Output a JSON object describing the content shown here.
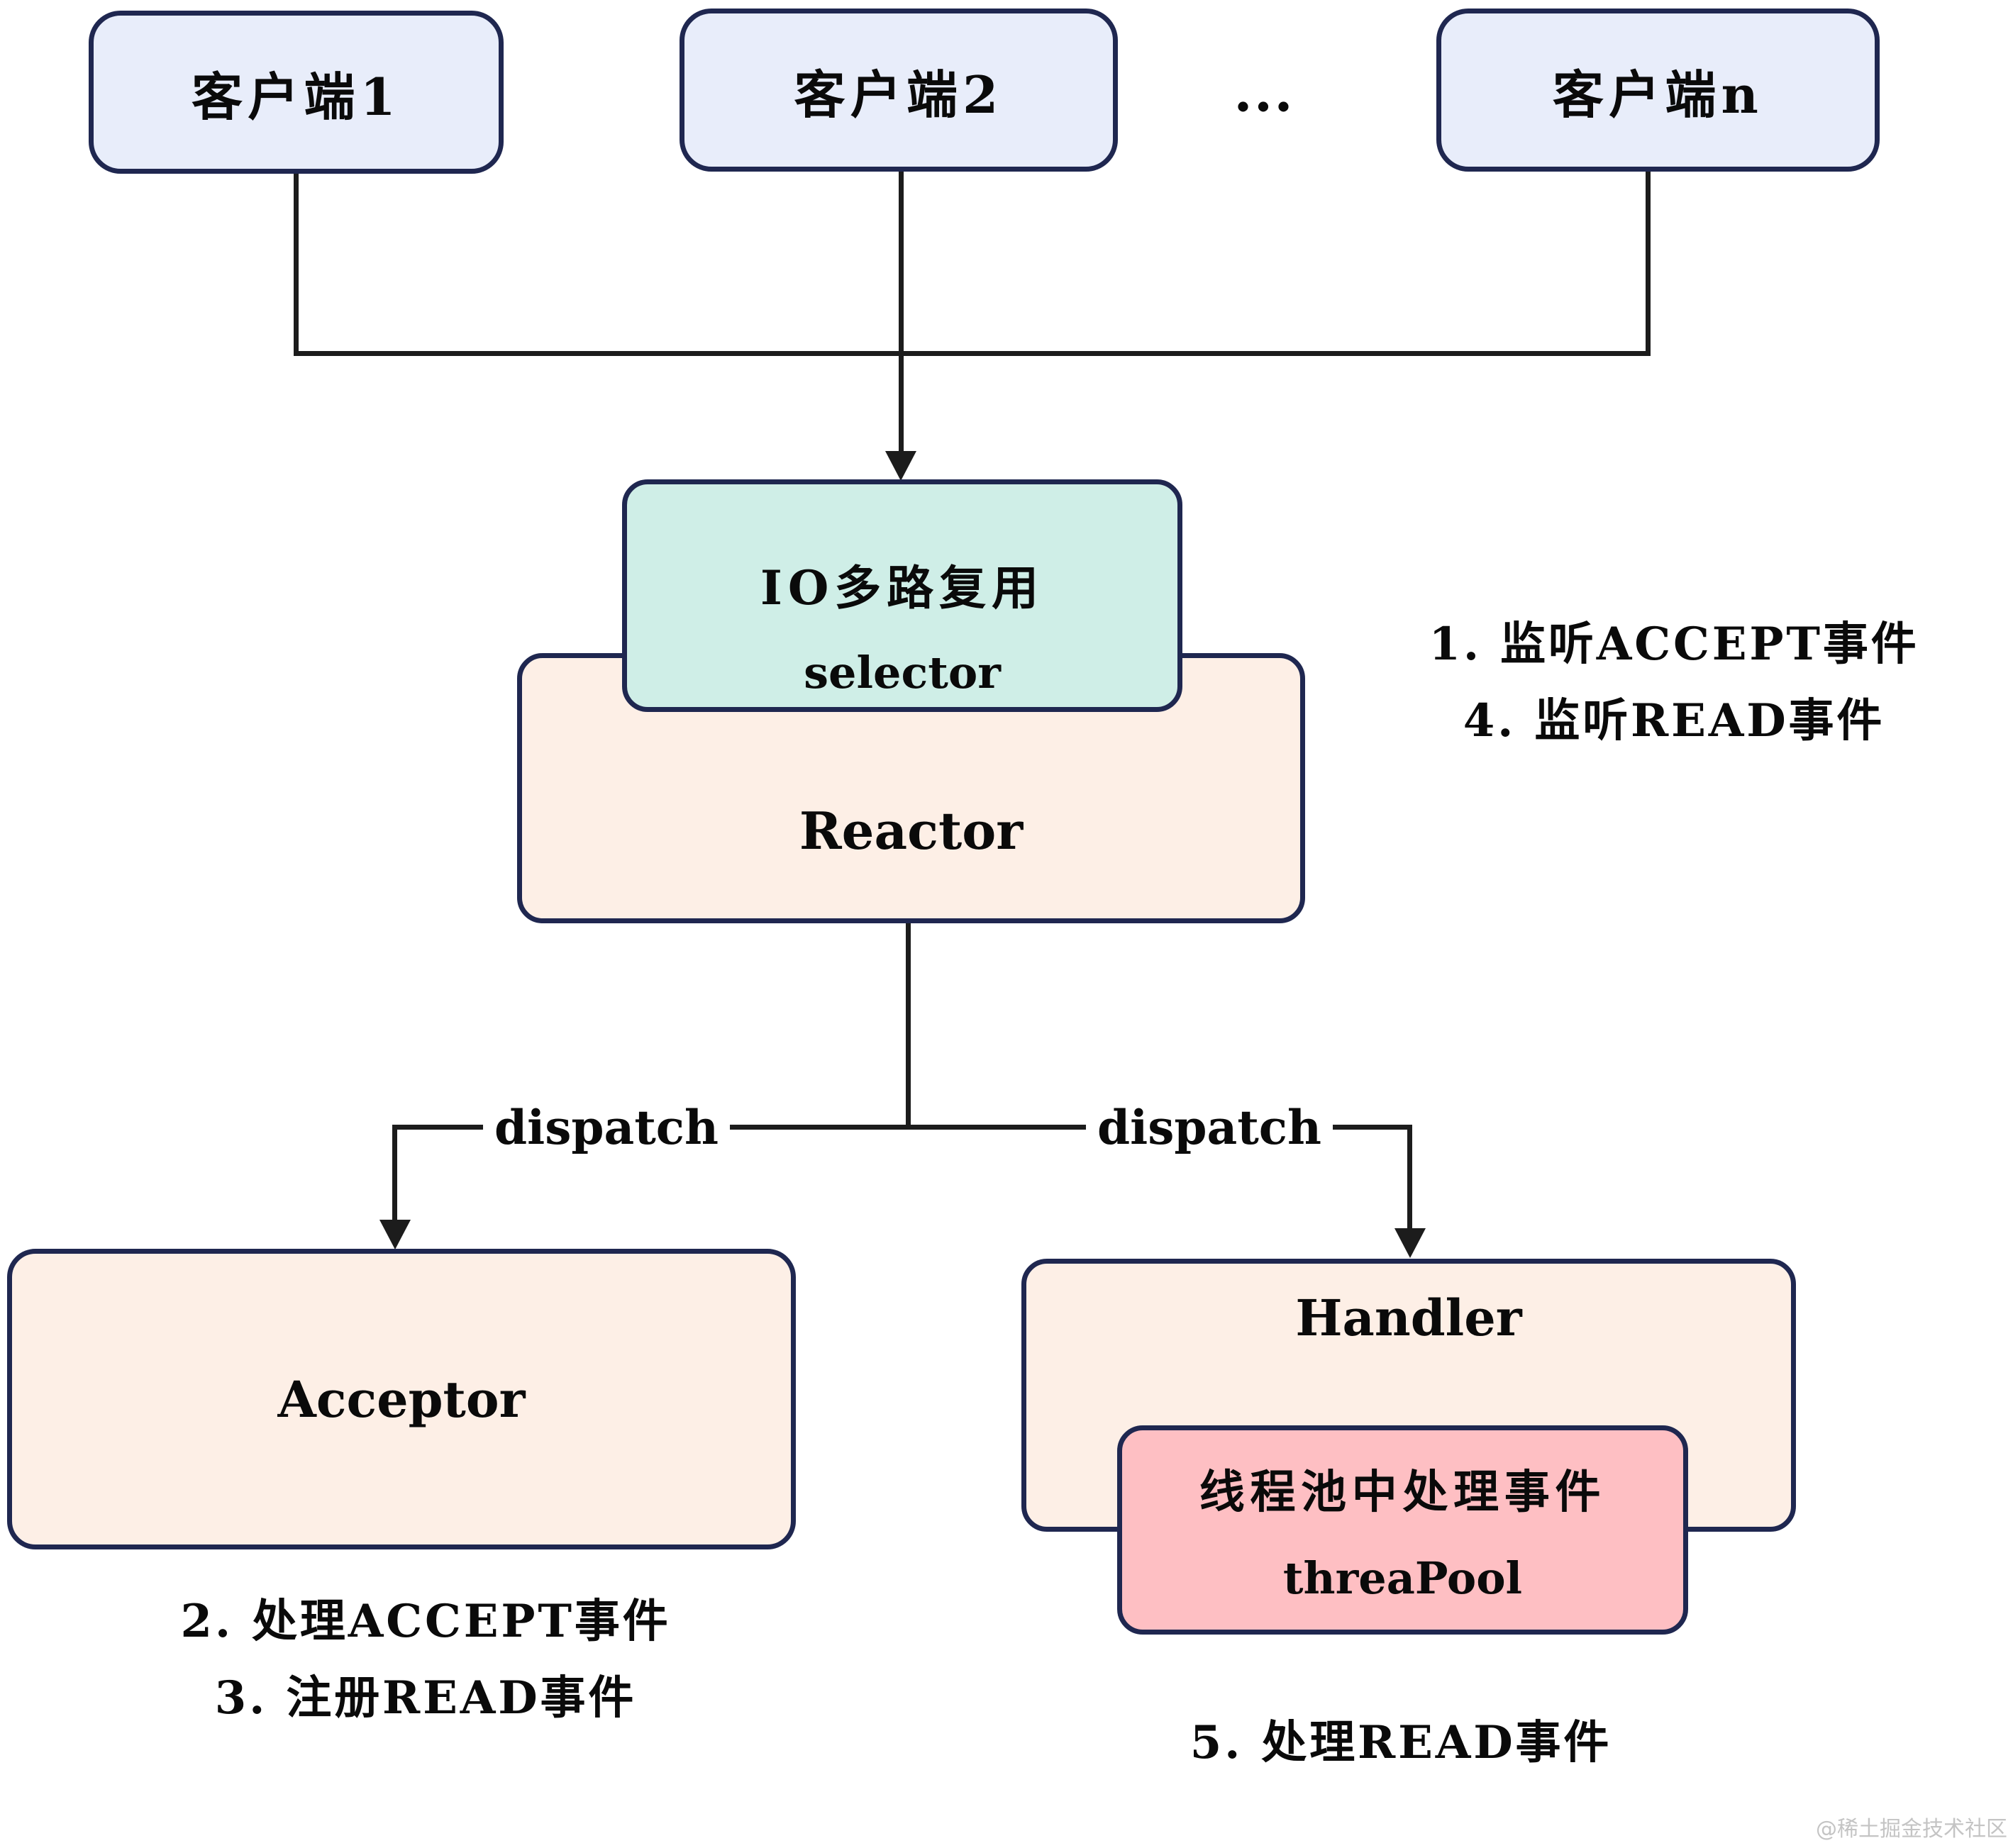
{
  "colors": {
    "client_fill": "#e8edfa",
    "selector_fill": "#cfeee7",
    "peach_fill": "#fdefe6",
    "pool_fill": "#febfc3",
    "border": "#1f2750",
    "line": "#1c1c1c",
    "text": "#0a0a0a",
    "watermark": "#c4c4c4"
  },
  "clients": [
    {
      "label": "客户端1"
    },
    {
      "label": "客户端2"
    },
    {
      "label": "客户端n"
    }
  ],
  "ellipsis": "...",
  "selector_box": {
    "title_cn": "IO多路复用",
    "title_en": "selector"
  },
  "reactor_box": {
    "label": "Reactor"
  },
  "listen_notes": {
    "line1": "1. 监听ACCEPT事件",
    "line2": "4. 监听READ事件"
  },
  "dispatch": {
    "left_label": "dispatch",
    "right_label": "dispatch"
  },
  "acceptor_box": {
    "label": "Acceptor"
  },
  "acceptor_notes": {
    "line1": "2. 处理ACCEPT事件",
    "line2": "3. 注册READ事件"
  },
  "handler_box": {
    "label": "Handler"
  },
  "threadpool_box": {
    "line1": "线程池中处理事件",
    "line2": "threaPool"
  },
  "read_note": "5. 处理READ事件",
  "watermark": "@稀土掘金技术社区"
}
